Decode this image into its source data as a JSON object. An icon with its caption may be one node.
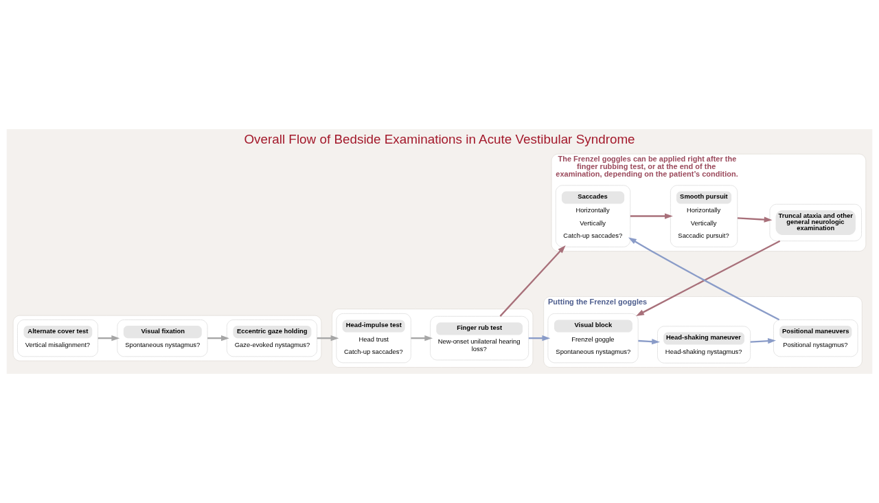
{
  "diagram": {
    "title": "Overall Flow of Bedside Examinations in Acute Vestibular Syndrome",
    "nodes": [
      {
        "text": [],
        "shape": "box"
      },
      {
        "text": [
          "Alternate cover test",
          "Vertical misalignment?"
        ],
        "in": 0
      },
      {
        "text": [
          "Visual fixation",
          "Spontaneous nystagmus?"
        ],
        "in": 0
      },
      {
        "text": [
          "Eccentric gaze holding",
          "Gaze-evoked nystagmus?"
        ],
        "in": 0
      },
      {
        "text": [],
        "shape": "box"
      },
      {
        "text": [
          "Head-impulse test",
          "Head trust",
          "Catch-up saccades?"
        ],
        "in": 4
      },
      {
        "text": [
          "Finger rub test",
          "New-onset unilateral hearing loss?"
        ],
        "in": 4
      },
      {
        "text": [
          "The Frenzel goggles can be applied right after the finger rubbing test, or at the end of the examination, depending on the patient’s condition."
        ]
      },
      {
        "text": [
          "Saccades",
          "Horizontally",
          "Vertically",
          "Catch-up saccades?"
        ],
        "in": 7
      },
      {
        "text": [
          "Smooth pursuit",
          "Horizontally",
          "Vertically",
          "Saccadic pursuit?"
        ],
        "in": 7
      },
      {
        "text": [
          "Truncal ataxia and other general neurologic examination"
        ],
        "in": 7
      },
      {
        "text": [
          "Putting the Frenzel goggles"
        ]
      },
      {
        "text": [
          "Visual block",
          "Frenzel goggle",
          "Spontaneous nystagmus?"
        ],
        "in": 11
      },
      {
        "text": [
          "Head-shaking maneuver",
          "Head-shaking nystagmus?"
        ],
        "in": 11
      },
      {
        "text": [
          "Positional maneuvers",
          "Positional nystagmus?"
        ],
        "in": 11
      }
    ],
    "edges": [
      {
        "from": 1,
        "to": 2,
        "arrow": "to",
        "color": "#a6a6a6"
      },
      {
        "from": 2,
        "to": 3,
        "arrow": "to",
        "color": "#a6a6a6"
      },
      {
        "from": 3,
        "to": 5,
        "arrow": "to",
        "color": "#a6a6a6"
      },
      {
        "from": 5,
        "to": 6,
        "arrow": "to",
        "color": "#a6a6a6"
      },
      {
        "from": 6,
        "to": 8,
        "arrow": "to",
        "color": "#a8707a"
      },
      {
        "from": 6,
        "to": 12,
        "arrow": "to",
        "color": "#8a9cc8"
      },
      {
        "from": 8,
        "to": 9,
        "arrow": "to",
        "color": "#a8707a"
      },
      {
        "from": 9,
        "to": 10,
        "arrow": "to",
        "color": "#a8707a"
      },
      {
        "from": 10,
        "to": 12,
        "arrow": "to",
        "color": "#a8707a"
      },
      {
        "from": 12,
        "to": 13,
        "arrow": "to",
        "color": "#8a9cc8"
      },
      {
        "from": 13,
        "to": 14,
        "arrow": "to",
        "color": "#8a9cc8"
      },
      {
        "from": 14,
        "to": 8,
        "arrow": "to",
        "color": "#8a9cc8"
      }
    ]
  }
}
